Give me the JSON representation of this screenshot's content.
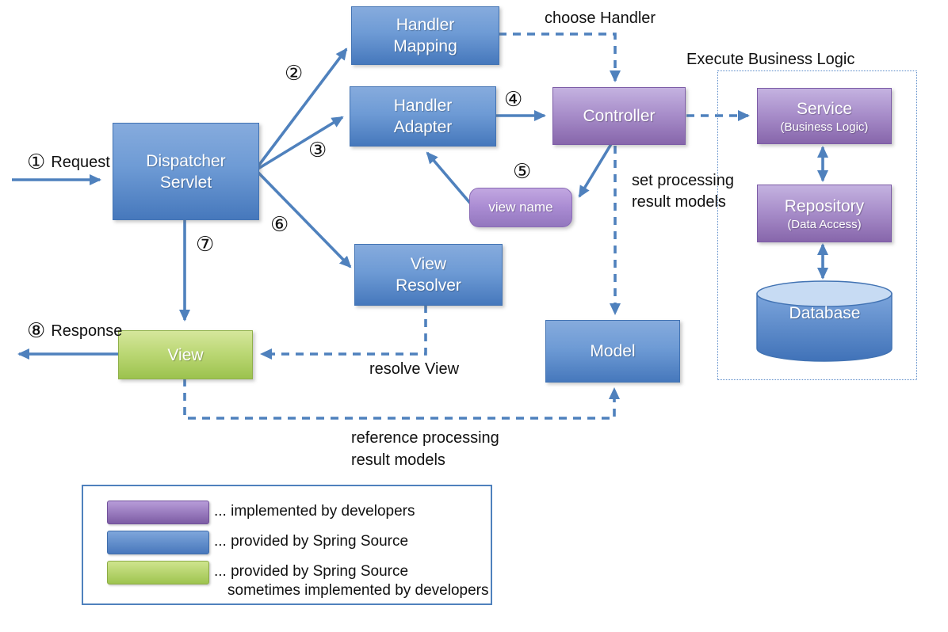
{
  "nodes": {
    "handler_mapping": {
      "line1": "Handler",
      "line2": "Mapping"
    },
    "handler_adapter": {
      "line1": "Handler",
      "line2": "Adapter"
    },
    "dispatcher_servlet": {
      "line1": "Dispatcher",
      "line2": "Servlet"
    },
    "view_resolver": {
      "line1": "View",
      "line2": "Resolver"
    },
    "controller": {
      "label": "Controller"
    },
    "service": {
      "label": "Service",
      "sublabel": "(Business Logic)"
    },
    "repository": {
      "label": "Repository",
      "sublabel": "(Data Access)"
    },
    "database": {
      "label": "Database"
    },
    "view": {
      "label": "View"
    },
    "model": {
      "label": "Model"
    },
    "view_name": {
      "label": "view name"
    }
  },
  "steps": {
    "s1": "①",
    "s2": "②",
    "s3": "③",
    "s4": "④",
    "s5": "⑤",
    "s6": "⑥",
    "s7": "⑦",
    "s8": "⑧"
  },
  "annotations": {
    "request": "Request",
    "response": "Response",
    "choose_handler": "choose Handler",
    "execute_business_logic": "Execute Business Logic",
    "set_processing_line1": "set processing",
    "set_processing_line2": "result models",
    "resolve_view": "resolve View",
    "reference_processing_line1": "reference processing",
    "reference_processing_line2": "result models"
  },
  "legend": {
    "items": [
      {
        "swatch_color": "#8064a2",
        "label": "... implemented by developers"
      },
      {
        "swatch_color": "#4f81bd",
        "label": "... provided by Spring Source"
      },
      {
        "swatch_color": "#9bbb59",
        "label": "... provided by Spring Source",
        "label2": "sometimes implemented by developers"
      }
    ]
  },
  "colors": {
    "accent_line": "#4f81bd",
    "blue_box_top": "#86abdd",
    "blue_box_bottom": "#4678bc",
    "purple_box_top": "#c4b2e0",
    "purple_box_bottom": "#8766ab",
    "green_box_top": "#d5e69c",
    "green_box_bottom": "#9cc24e",
    "database_top_ellipse": "#c7dbf3",
    "text": "#111111"
  }
}
